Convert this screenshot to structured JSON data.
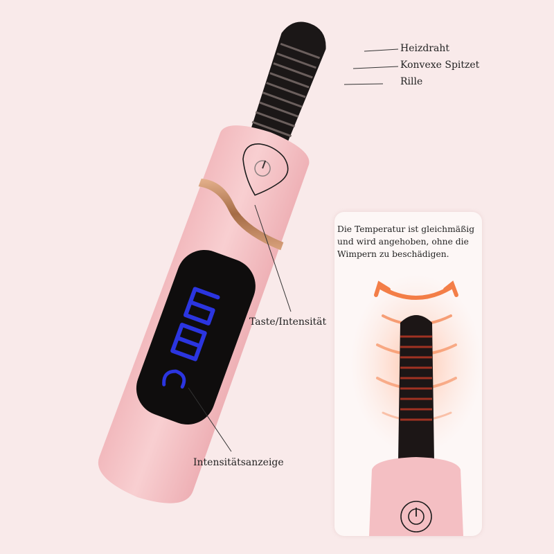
{
  "labels": {
    "heizdraht": "Heizdraht",
    "spitze": "Konvexe Spitzet",
    "rille": "Rille",
    "taste": "Taste/Intensität",
    "anzeige": "Intensitätsanzeige"
  },
  "inset": {
    "lines": [
      "Die Temperatur ist gleichmäßig",
      "und wird angehoben, ohne die",
      "Wimpern zu beschädigen."
    ]
  },
  "display": {
    "digits": "69"
  },
  "colors": {
    "background": "#f9eaea",
    "body_pink": "#f5c3c6",
    "comb_black": "#1b1717",
    "gold_band": "#c9946a",
    "display_blue": "#2b35e0",
    "heat_orange": "#f26a2a"
  }
}
